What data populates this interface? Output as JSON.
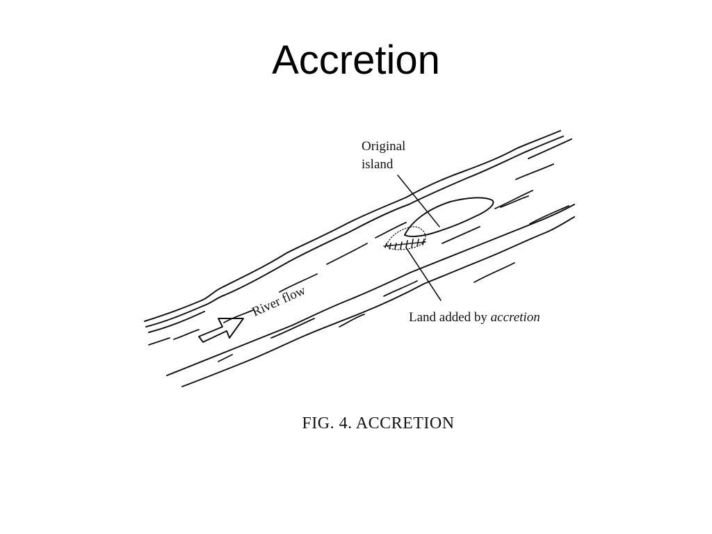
{
  "slide": {
    "title": "Accretion"
  },
  "figure": {
    "labels": {
      "original_island_line1": "Original",
      "original_island_line2": "island",
      "river_flow": "River flow",
      "land_added_prefix": "Land added by ",
      "land_added_emphasis": "accretion"
    },
    "caption": "FIG. 4.  ACCRETION"
  },
  "colors": {
    "ink": "#111111",
    "background": "#ffffff"
  }
}
